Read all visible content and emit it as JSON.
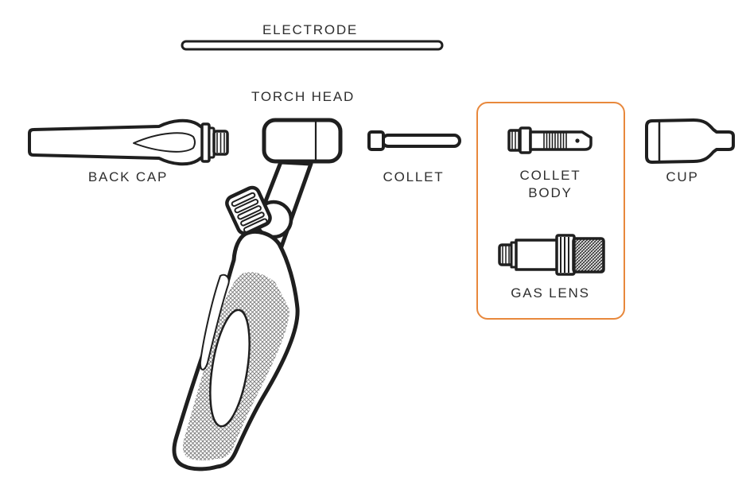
{
  "diagram": {
    "kind": "torch-parts-diagram",
    "colors": {
      "outline": "#1f1f1f",
      "highlight_border": "#e8883c",
      "label_text": "#2e2e2e",
      "background": "#ffffff"
    },
    "highlighted_group": [
      "COLLET BODY",
      "GAS LENS"
    ]
  },
  "parts": [
    {
      "id": "electrode",
      "label": "ELECTRODE",
      "highlighted": false
    },
    {
      "id": "torch-head",
      "label": "TORCH HEAD",
      "highlighted": false
    },
    {
      "id": "back-cap",
      "label": "BACK CAP",
      "highlighted": false
    },
    {
      "id": "collet",
      "label": "COLLET",
      "highlighted": false
    },
    {
      "id": "collet-body",
      "label": "COLLET BODY",
      "highlighted": true
    },
    {
      "id": "gas-lens",
      "label": "GAS LENS",
      "highlighted": true
    },
    {
      "id": "cup",
      "label": "CUP",
      "highlighted": false
    }
  ]
}
